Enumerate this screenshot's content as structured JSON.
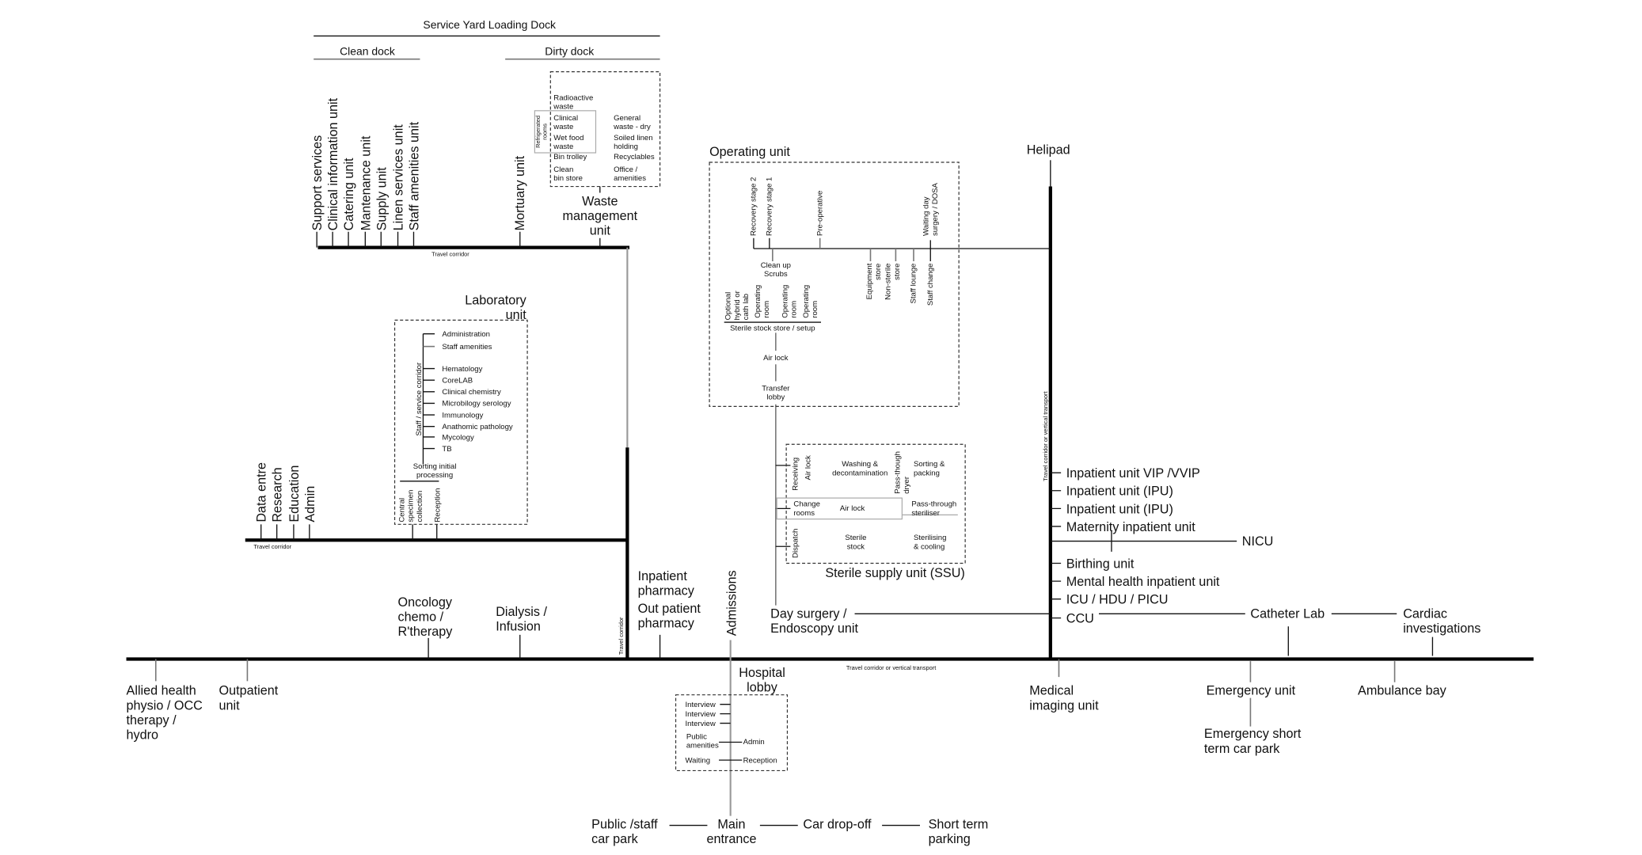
{
  "service_yard": {
    "title": "Service Yard Loading Dock",
    "clean_dock": "Clean dock",
    "dirty_dock": "Dirty dock",
    "corridor": "Travel corridor"
  },
  "clean_units": [
    "Support services",
    "Clinical information unit",
    "Catering unit",
    "Mantenance unit",
    "Supply unit",
    "Linen services unit",
    "Staff amenities unit"
  ],
  "mortuary": "Mortuary unit",
  "waste": {
    "title": [
      "Waste",
      "management",
      "unit"
    ],
    "refrigerated": [
      "Refrigerated",
      "rooms"
    ],
    "left": [
      [
        "Radioactive",
        "waste"
      ],
      [
        "Clinical",
        "waste"
      ],
      [
        "Wet food",
        "waste"
      ],
      [
        "Bin trolley"
      ],
      [
        "Clean",
        "bin store"
      ]
    ],
    "right": [
      [
        "General",
        "waste - dry"
      ],
      [
        "Soiled linen",
        "holding"
      ],
      [
        "Recyclables"
      ],
      [
        "Office /",
        "amenities"
      ]
    ]
  },
  "operating": {
    "title": "Operating unit",
    "above": [
      "Recovery stage 2",
      "Recovery stage 1",
      "Pre-operative"
    ],
    "waiting": [
      "Waiting day",
      "surgery / DOSA"
    ],
    "cleanup": [
      "Clean up",
      "Scrubs"
    ],
    "equipment": [
      "Equipment",
      "store"
    ],
    "nonsterile": [
      "Non-sterile",
      "store"
    ],
    "lounge": "Staff lounge",
    "change": "Staff change",
    "hybrid": [
      "Optional",
      "hybrid or",
      "cath lab"
    ],
    "rooms": [
      [
        "Operating",
        "room"
      ],
      [
        "Operating",
        "room"
      ],
      [
        "Operating",
        "room"
      ]
    ],
    "sterile_stock": "Sterile stock store / setup",
    "airlock": "Air lock",
    "transfer": [
      "Transfer",
      "lobby"
    ]
  },
  "helipad": "Helipad",
  "laboratory": {
    "title": [
      "Laboratory",
      "unit"
    ],
    "corridor": "Staff / service corridor",
    "items": [
      "Administration",
      "Staff amenities",
      "Hematology",
      "CoreLAB",
      "Clinical chemistry",
      "Microbilogy serology",
      "Immunology",
      "Anathomic pathology",
      "Mycology",
      "TB"
    ],
    "sorting": [
      "Sorting initial",
      "processing"
    ],
    "central": [
      "Central",
      "specimen",
      "collection"
    ],
    "reception": "Reception"
  },
  "admin_units": [
    "Data entre",
    "Research",
    "Education",
    "Admin"
  ],
  "mid_corridor": "Travel corridor",
  "pharmacy": {
    "inpatient": [
      "Inpatient",
      "pharmacy"
    ],
    "outpatient": [
      "Out patient",
      "pharmacy"
    ],
    "corridor": "Travel corridor"
  },
  "oncology": [
    "Oncology",
    "chemo /",
    "R'therapy"
  ],
  "dialysis": [
    "Dialysis /",
    "Infusion"
  ],
  "admissions": "Admissions",
  "day_surgery": [
    "Day surgery /",
    "Endoscopy unit"
  ],
  "ssu": {
    "title": "Sterile supply unit (SSU)",
    "receiving": "Receiving",
    "airlock1": "Air lock",
    "washing": [
      "Washing &",
      "decontamination"
    ],
    "dryer": [
      "Pass-though",
      "dryer"
    ],
    "sorting": [
      "Sorting &",
      "packing"
    ],
    "change": [
      "Change",
      "rooms"
    ],
    "airlock2": "Air lock",
    "steriliser": [
      "Pass-through",
      "steriliser"
    ],
    "dispatch": "Dispatch",
    "stock": [
      "Sterile",
      "stock"
    ],
    "cooling": [
      "Sterilising",
      "& cooling"
    ]
  },
  "right_corridor": "Travel corridor or vertical transport",
  "inpatient": [
    "Inpatient unit VIP /VVIP",
    "Inpatient unit (IPU)",
    "Inpatient unit (IPU)",
    "Maternity inpatient unit"
  ],
  "nicu": "NICU",
  "inpatient2": [
    "Birthing unit",
    "Mental health inpatient unit",
    "ICU / HDU / PICU",
    "CCU"
  ],
  "catheter": "Catheter Lab",
  "cardiac": [
    "Cardiac",
    "investigations"
  ],
  "main_corridor": "Travel corridor or vertical transport",
  "below": {
    "allied": [
      "Allied health",
      "physio / OCC",
      "therapy /",
      "hydro"
    ],
    "outpatient": [
      "Outpatient",
      "unit"
    ],
    "imaging": [
      "Medical",
      "imaging unit"
    ],
    "emergency": "Emergency unit",
    "emergency_park": [
      "Emergency short",
      "term car park"
    ],
    "ambulance": "Ambulance bay"
  },
  "lobby": {
    "title": [
      "Hospital",
      "lobby"
    ],
    "interviews": [
      "Interview",
      "Interview",
      "Interview"
    ],
    "public": [
      "Public",
      "amenities"
    ],
    "admin": "Admin",
    "waiting": "Waiting",
    "reception": "Reception"
  },
  "entrance": {
    "staff_park": [
      "Public /staff",
      "car park"
    ],
    "main": [
      "Main",
      "entrance"
    ],
    "dropoff": "Car drop-off",
    "short": [
      "Short term",
      "parking"
    ]
  }
}
